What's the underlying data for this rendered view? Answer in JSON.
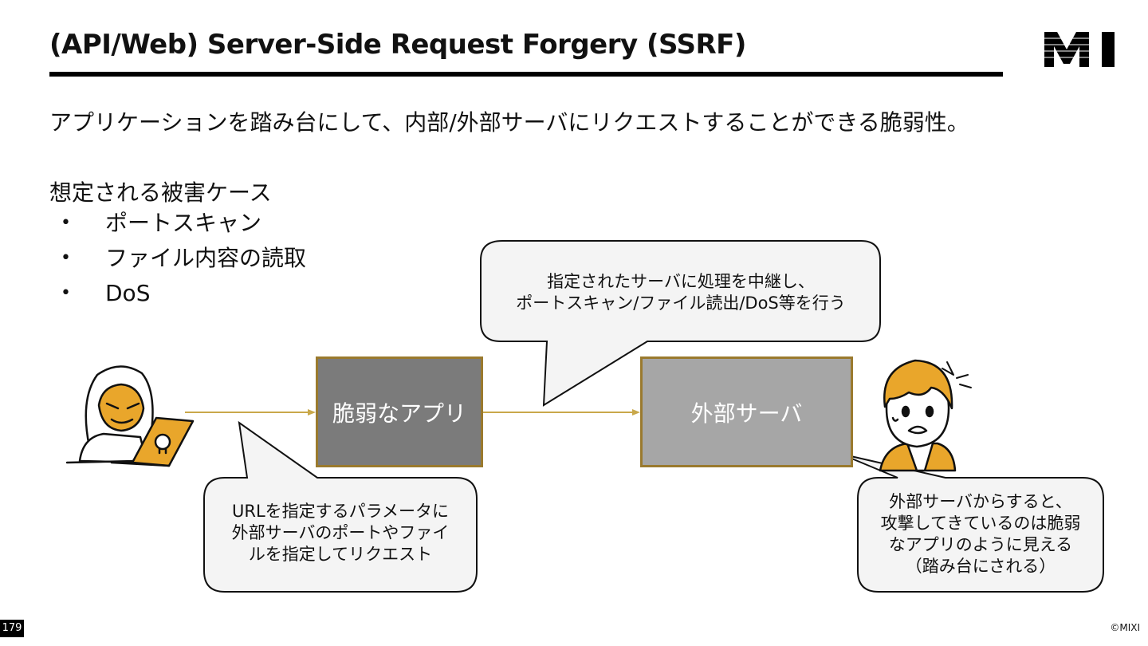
{
  "slide": {
    "title": "(API/Web) Server-Side Request Forgery (SSRF)",
    "description": "アプリケーションを踏み台にして、内部/外部サーバにリクエストすることができる脆弱性。",
    "cases_heading": "想定される被害ケース",
    "cases": [
      "ポートスキャン",
      "ファイル内容の読取",
      "DoS"
    ],
    "bullet": "•",
    "page_number": "179",
    "copyright": "©MIXI"
  },
  "diagram": {
    "vulnerable_app_label": "脆弱なアプリ",
    "external_server_label": "外部サーバ",
    "callout_top": [
      "指定されたサーバに処理を中継し、",
      "ポートスキャン/ファイル読出/DoS等を行う"
    ],
    "callout_left": [
      "URLを指定するパラメータに",
      "外部サーバのポートやファイ",
      "ルを指定してリクエスト"
    ],
    "callout_right": [
      "外部サーバからすると、",
      "攻撃してきているのは脆弱",
      "なアプリのように見える",
      "（踏み台にされる）"
    ],
    "arrow_color": "#c9a84a",
    "box_border_color": "#9a7a2e",
    "accent_color": "#e9a62b"
  }
}
